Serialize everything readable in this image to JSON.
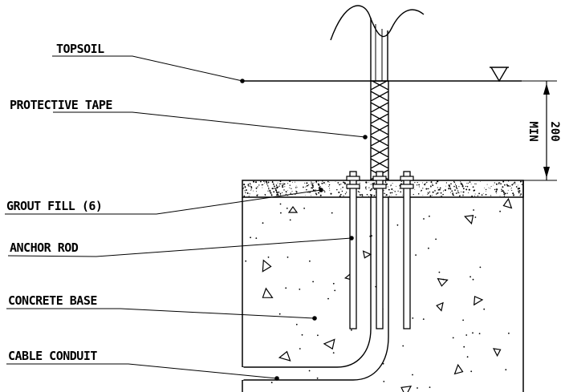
{
  "labels": {
    "topsoil": "TOPSOIL",
    "protective_tape": "PROTECTIVE TAPE",
    "grout_fill": "GROUT FILL (6)",
    "anchor_rod": "ANCHOR ROD",
    "concrete_base": "CONCRETE BASE",
    "cable_conduit": "CABLE CONDUIT"
  },
  "dimension": {
    "value": "200",
    "qualifier": "MIN"
  },
  "colors": {
    "line": "#000000",
    "background": "#ffffff"
  }
}
